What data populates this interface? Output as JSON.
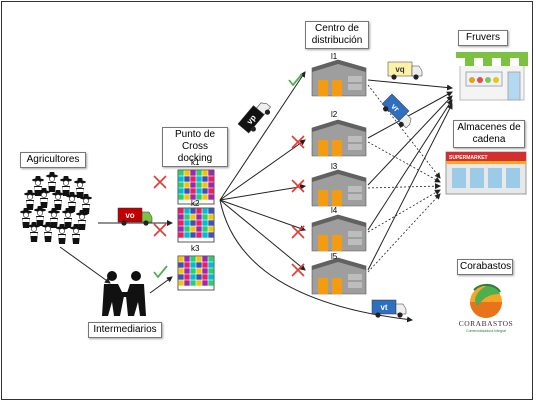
{
  "labels": {
    "agricultores": "Agricultores",
    "intermediarios": "Intermediarios",
    "cross_docking": "Punto de\nCross docking",
    "centro_distribucion": "Centro de\ndistribución",
    "fruvers": "Fruvers",
    "almacenes": "Almacenes de\ncadena",
    "corabastos": "Corabastos"
  },
  "cross_docks": [
    "k1",
    "k2",
    "k3"
  ],
  "warehouses": [
    "l1",
    "l2",
    "l3",
    "l4",
    "l5"
  ],
  "vehicles": {
    "vo": "vo",
    "vq": "vq",
    "vr": "vr",
    "vp": "vp",
    "vt": "vt"
  },
  "logo": {
    "name": "CORABASTOS",
    "tagline": "Comercializadora Integral"
  },
  "status": {
    "cross_docks": [
      "closed",
      "closed",
      "open"
    ],
    "warehouses": [
      "open",
      "closed",
      "closed",
      "closed",
      "closed"
    ]
  },
  "colors": {
    "truck_cab": "#c00000",
    "truck_green": "#5a9e2f",
    "check": "#4caf50",
    "cross": "#e53935"
  }
}
